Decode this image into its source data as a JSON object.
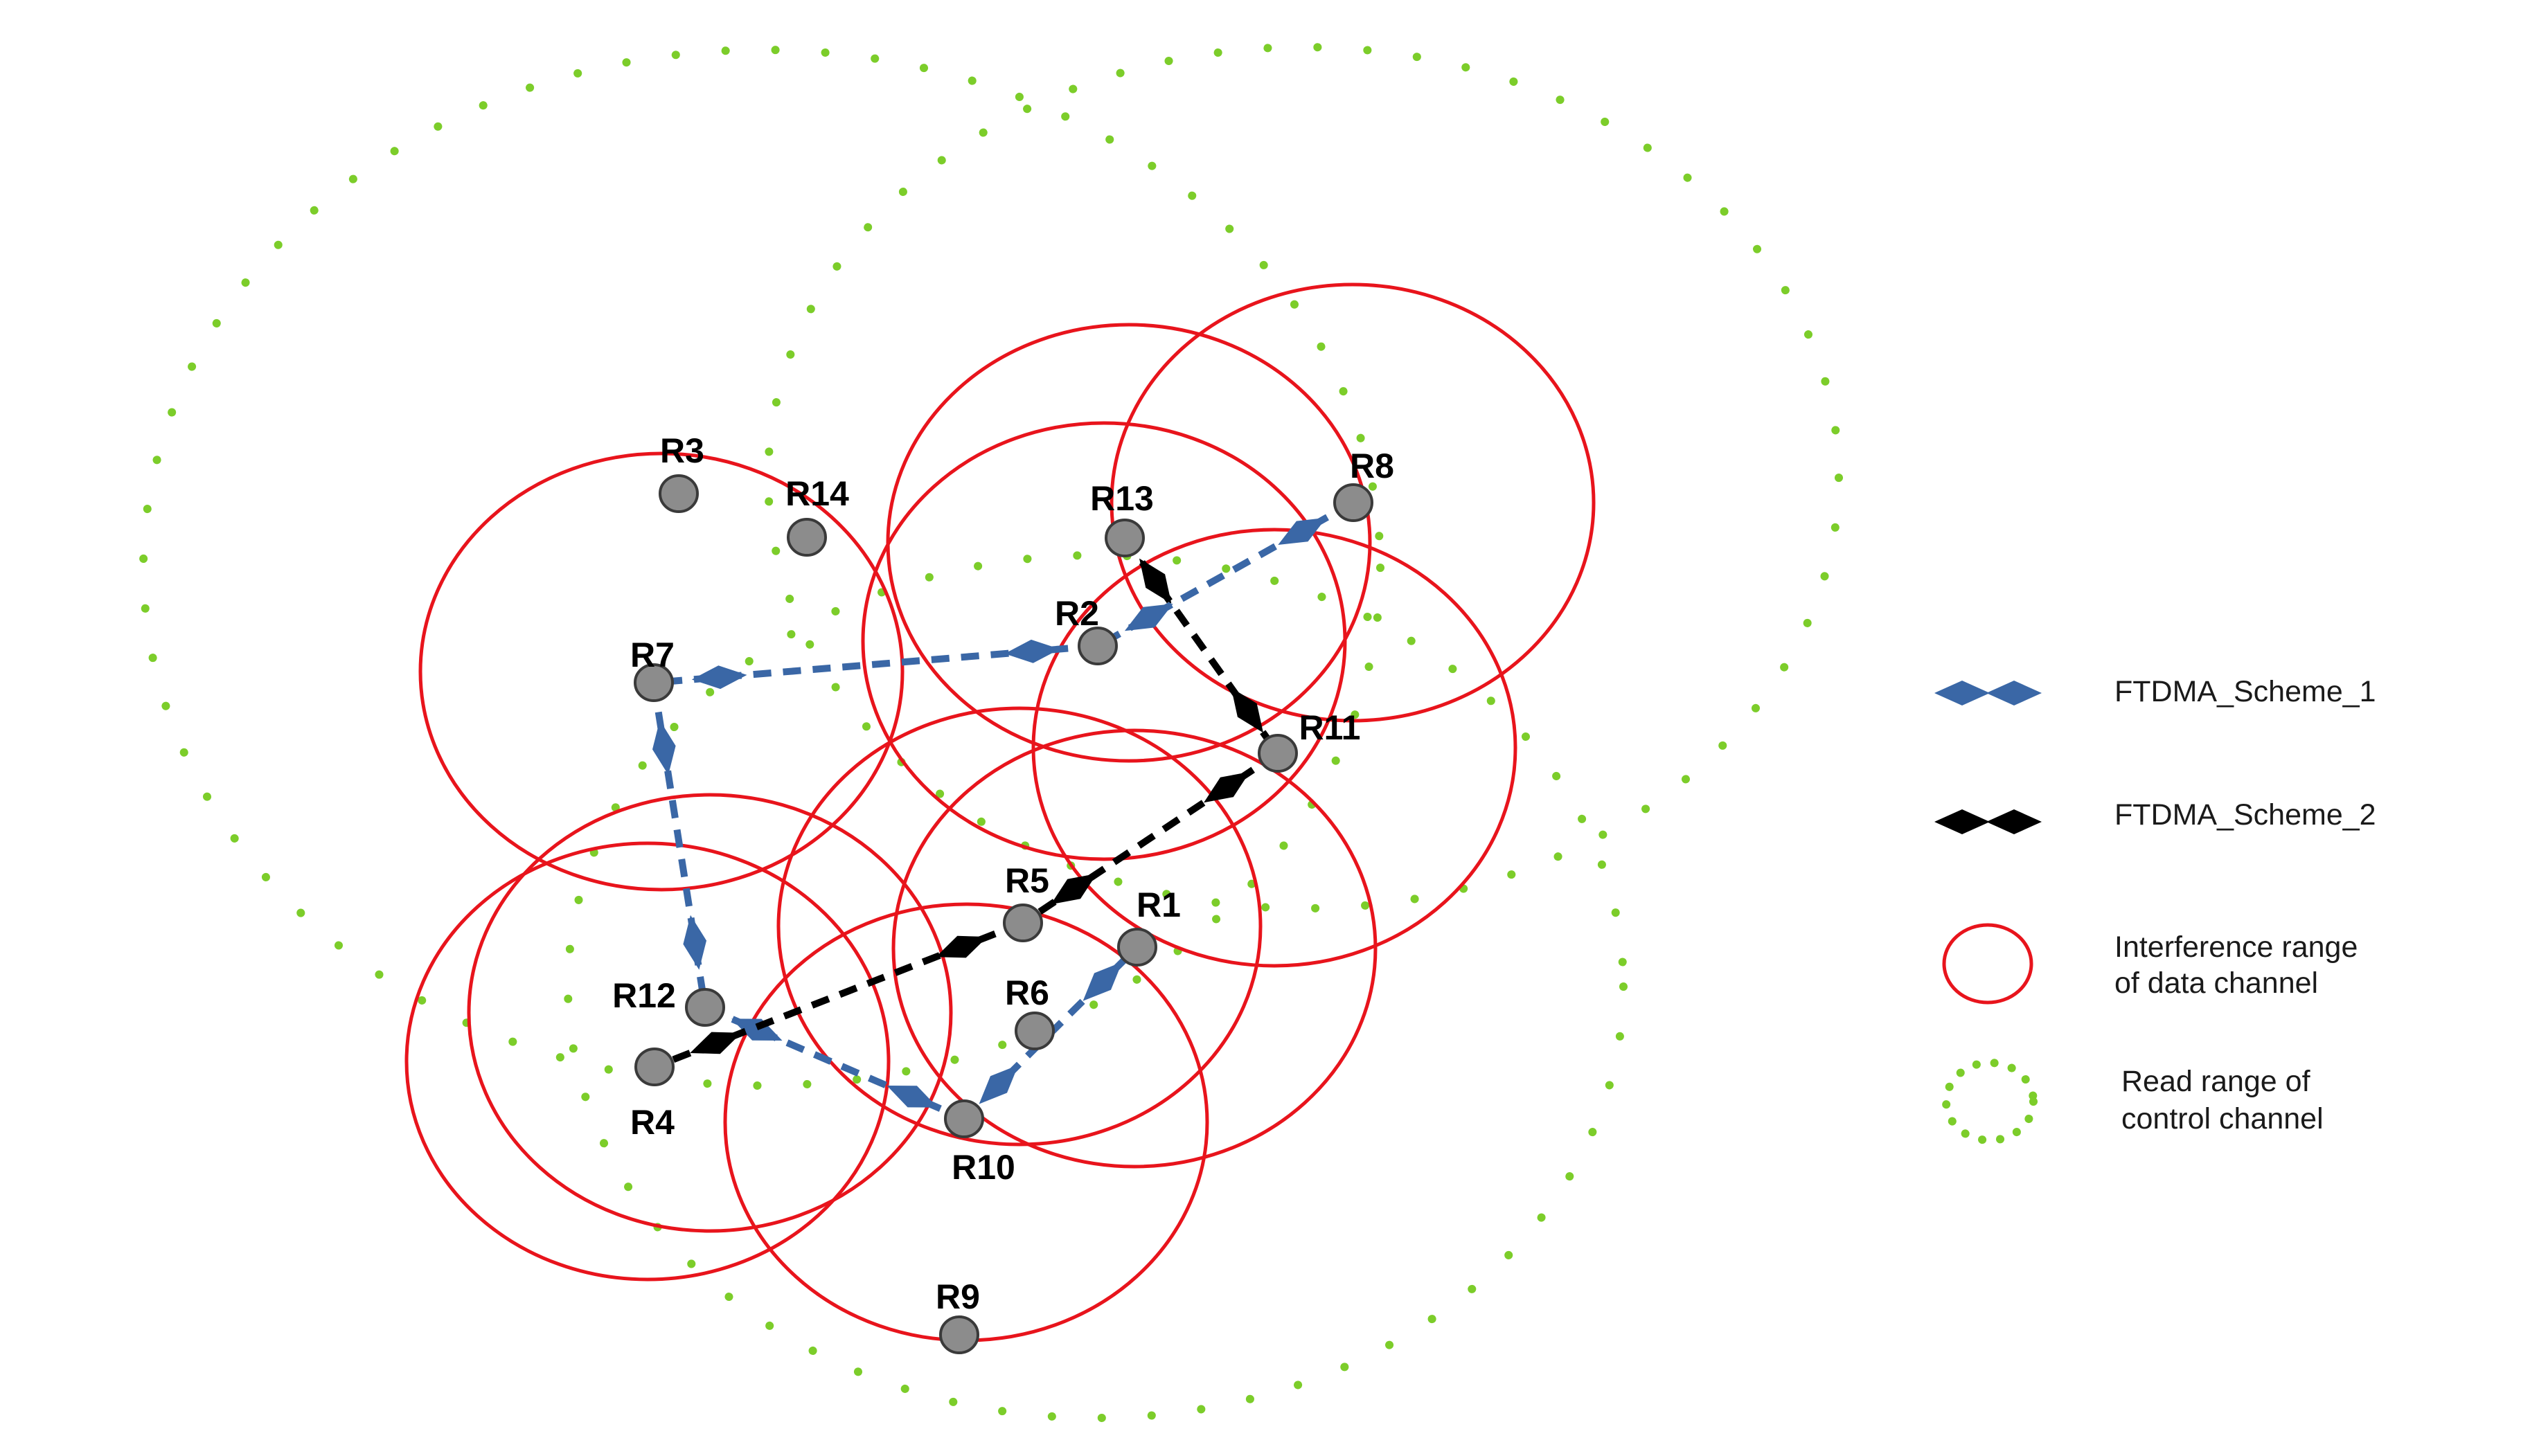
{
  "colors": {
    "interference": "#e8141c",
    "read_range": "#7ccd2a",
    "scheme1": "#3a67a6",
    "scheme2": "#000000",
    "reader_fill": "#8c8c8c",
    "reader_stroke": "#3a3a3a"
  },
  "readers": [
    {
      "id": "R1",
      "label": "R1"
    },
    {
      "id": "R2",
      "label": "R2"
    },
    {
      "id": "R3",
      "label": "R3"
    },
    {
      "id": "R4",
      "label": "R4"
    },
    {
      "id": "R5",
      "label": "R5"
    },
    {
      "id": "R6",
      "label": "R6"
    },
    {
      "id": "R7",
      "label": "R7"
    },
    {
      "id": "R8",
      "label": "R8"
    },
    {
      "id": "R9",
      "label": "R9"
    },
    {
      "id": "R10",
      "label": "R10"
    },
    {
      "id": "R11",
      "label": "R11"
    },
    {
      "id": "R12",
      "label": "R12"
    },
    {
      "id": "R13",
      "label": "R13"
    },
    {
      "id": "R14",
      "label": "R14"
    }
  ],
  "interference_ranges": [
    "R1",
    "R2",
    "R4",
    "R5",
    "R7",
    "R8",
    "R10",
    "R11",
    "R12",
    "R13"
  ],
  "read_ranges": [
    "R7",
    "R8",
    "R10"
  ],
  "links": {
    "scheme1": [
      [
        "R8",
        "R2"
      ],
      [
        "R2",
        "R7"
      ],
      [
        "R7",
        "R12"
      ],
      [
        "R12",
        "R10"
      ],
      [
        "R10",
        "R1"
      ]
    ],
    "scheme2": [
      [
        "R13",
        "R11"
      ],
      [
        "R11",
        "R5"
      ],
      [
        "R5",
        "R4"
      ]
    ]
  },
  "legend": {
    "scheme1": "FTDMA_Scheme_1",
    "scheme2": "FTDMA_Scheme_2",
    "interference_line1": "Interference range",
    "interference_line2": "of data channel",
    "read_line1": "Read range of",
    "read_line2": "control channel"
  }
}
